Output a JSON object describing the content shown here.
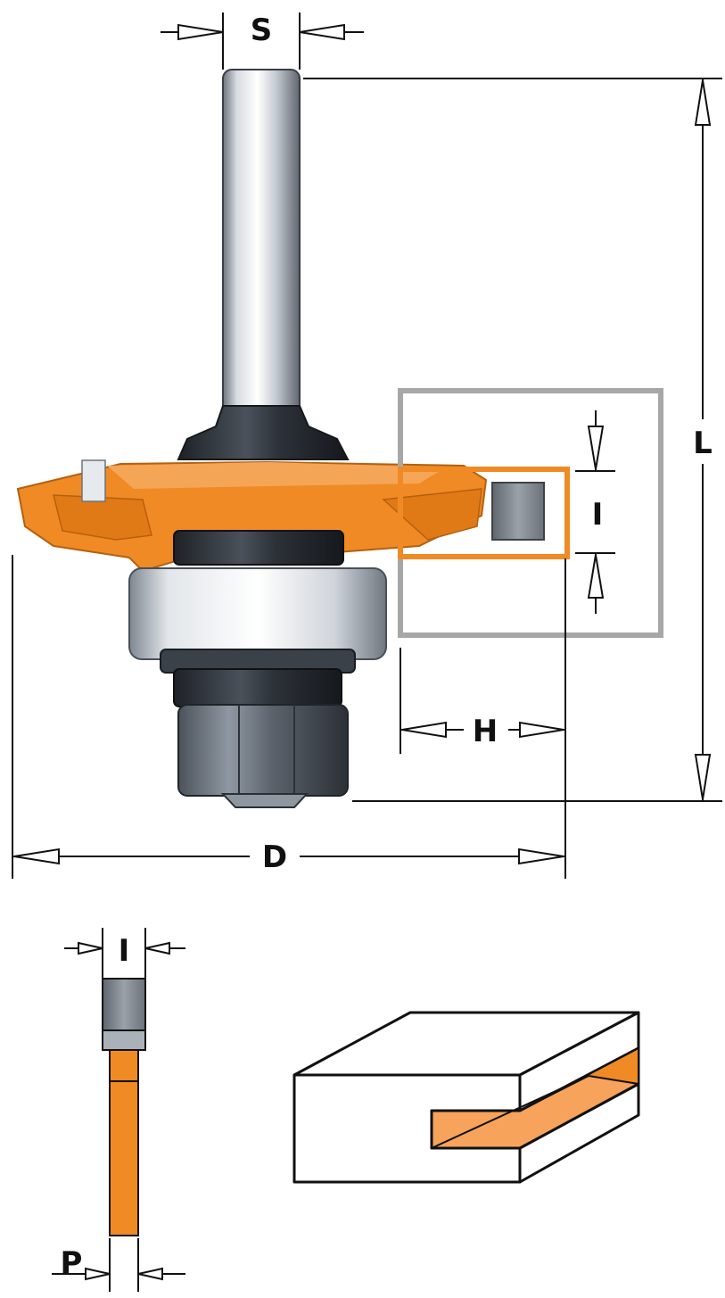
{
  "labels": {
    "shank_diameter": "S",
    "overall_length": "L",
    "cut_width_top": "I",
    "cut_depth": "H",
    "cutter_diameter": "D",
    "cut_width_bottom": "I",
    "blade_thickness": "P"
  },
  "colors": {
    "orange": "#f08a24",
    "orange_dark": "#c86a10",
    "steel_light": "#e9edf2",
    "steel_mid": "#9aa3ad",
    "steel_dark": "#2c3138",
    "carbide": "#7b828b",
    "frame_gray": "#a7a7a7",
    "groove_fill": "#f7a35c",
    "line": "#111111"
  },
  "icons": [
    "router-bit-illustration",
    "dimension-arrow-icon",
    "joint-illustration"
  ]
}
